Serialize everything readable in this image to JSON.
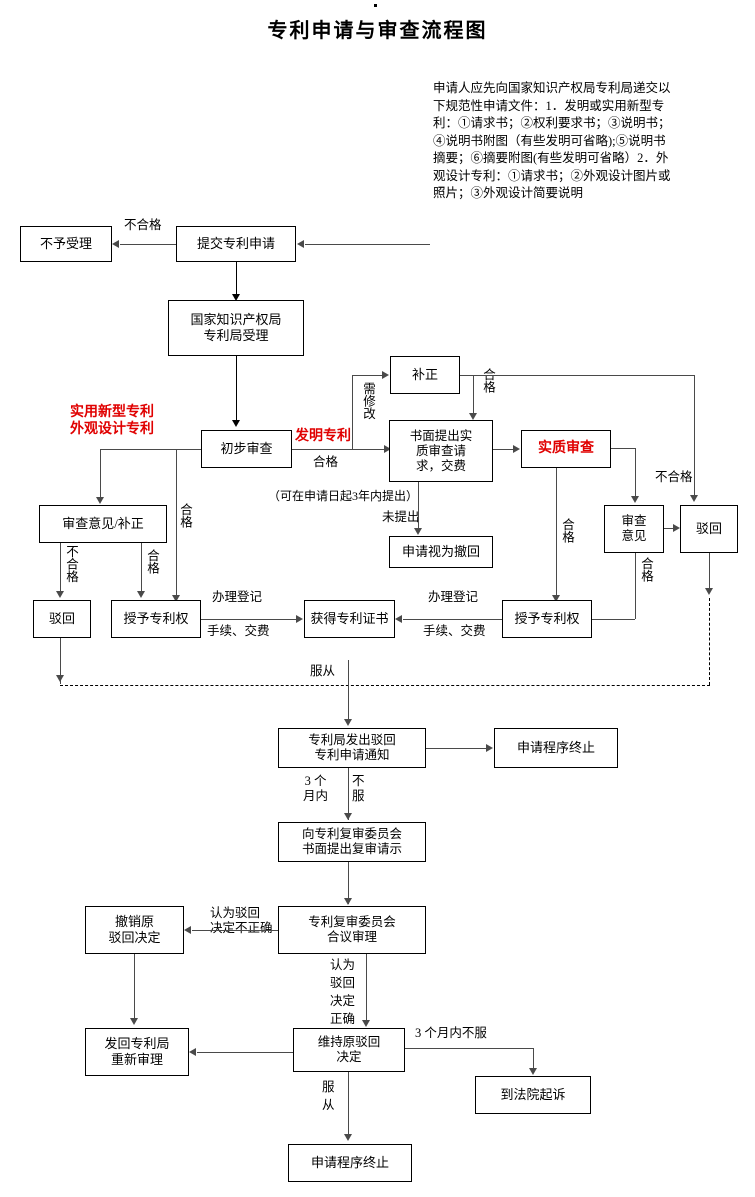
{
  "page": {
    "title": "专利申请与审查流程图",
    "accent_red": "#e00000",
    "line_color": "#4a4a4a"
  },
  "note": {
    "text": "申请人应先向国家知识产权局专利局递交以下规范性申请文件：1．发明或实用新型专利：①请求书；②权利要求书；③说明书；④说明书附图（有些发明可省略);⑤说明书摘要；⑥摘要附图(有些发明可省略）2．外观设计专利：①请求书；②外观设计图片或照片；③外观设计简要说明"
  },
  "boxes": {
    "not_accepted": "不予受理",
    "submit_application": "提交专利申请",
    "cnipa_accept": "国家知识产权局\n专利局受理",
    "preliminary_exam": "初步审查",
    "exam_opinion_amend": "审查意见/补正",
    "reject_left": "驳回",
    "grant_left": "授予专利权",
    "get_certificate": "获得专利证书",
    "amendment": "补正",
    "substantive_request": "书面提出实\n质审查请\n求，交费",
    "deemed_withdrawn": "申请视为撤回",
    "substantive_exam": "实质审查",
    "exam_opinion_right": "审查\n意见",
    "reject_right": "驳回",
    "grant_right": "授予专利权",
    "reject_notice": "专利局发出驳回\n专利申请通知",
    "procedure_terminated_top": "申请程序终止",
    "request_reexam": "向专利复审委员会\n书面提出复审请示",
    "reexam_board": "专利复审委员会\n合议审理",
    "revoke_decision": "撤销原\n驳回决定",
    "send_back": "发回专利局\n重新审理",
    "uphold_decision": "维持原驳回\n决定",
    "sue_court": "到法院起诉",
    "procedure_terminated_bottom": "申请程序终止"
  },
  "labels": {
    "unqualified_top": "不合格",
    "utility_design_red": "实用新型专利\n外观设计专利",
    "invention_red": "发明专利",
    "qualified_after_prelim": "合格",
    "qualified_left_vertical": "合格",
    "unqualified_left_vertical": "不合格",
    "qualified_left_vertical2": "合格",
    "need_amend_vertical": "需修改",
    "qualified_amend_vertical": "合格",
    "within_3_years": "（可在申请日起3年内提出）",
    "not_submitted": "未提出",
    "registration_left": "办理登记",
    "fees_left": "手续、交费",
    "registration_right": "办理登记",
    "fees_right": "手续、交费",
    "unqualified_right": "不合格",
    "qualified_right_vertical": "合格",
    "qualified_opinion_vertical": "合格",
    "obey": "服从",
    "three_months": "3 个\n月内",
    "not_obey": "不\n服",
    "think_reject_wrong": "认为驳回\n决定不正确",
    "think_reject_right": "认为\n驳回\n决定\n正确",
    "three_months_not_obey": "3 个月内不服",
    "obey_bottom": "服\n从"
  }
}
